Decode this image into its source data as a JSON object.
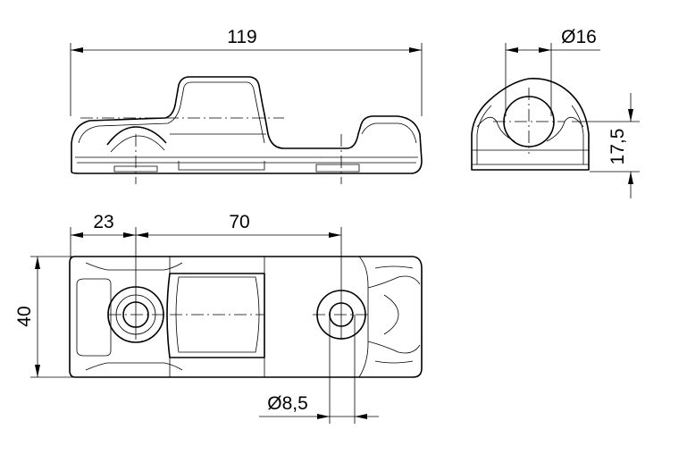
{
  "drawing": {
    "dimensions": {
      "overall_length": "119",
      "hole_diameter_side": "Ø16",
      "height": "17,5",
      "offset_first_hole": "23",
      "hole_spacing": "70",
      "width": "40",
      "hole_diameter_top": "Ø8,5"
    }
  }
}
